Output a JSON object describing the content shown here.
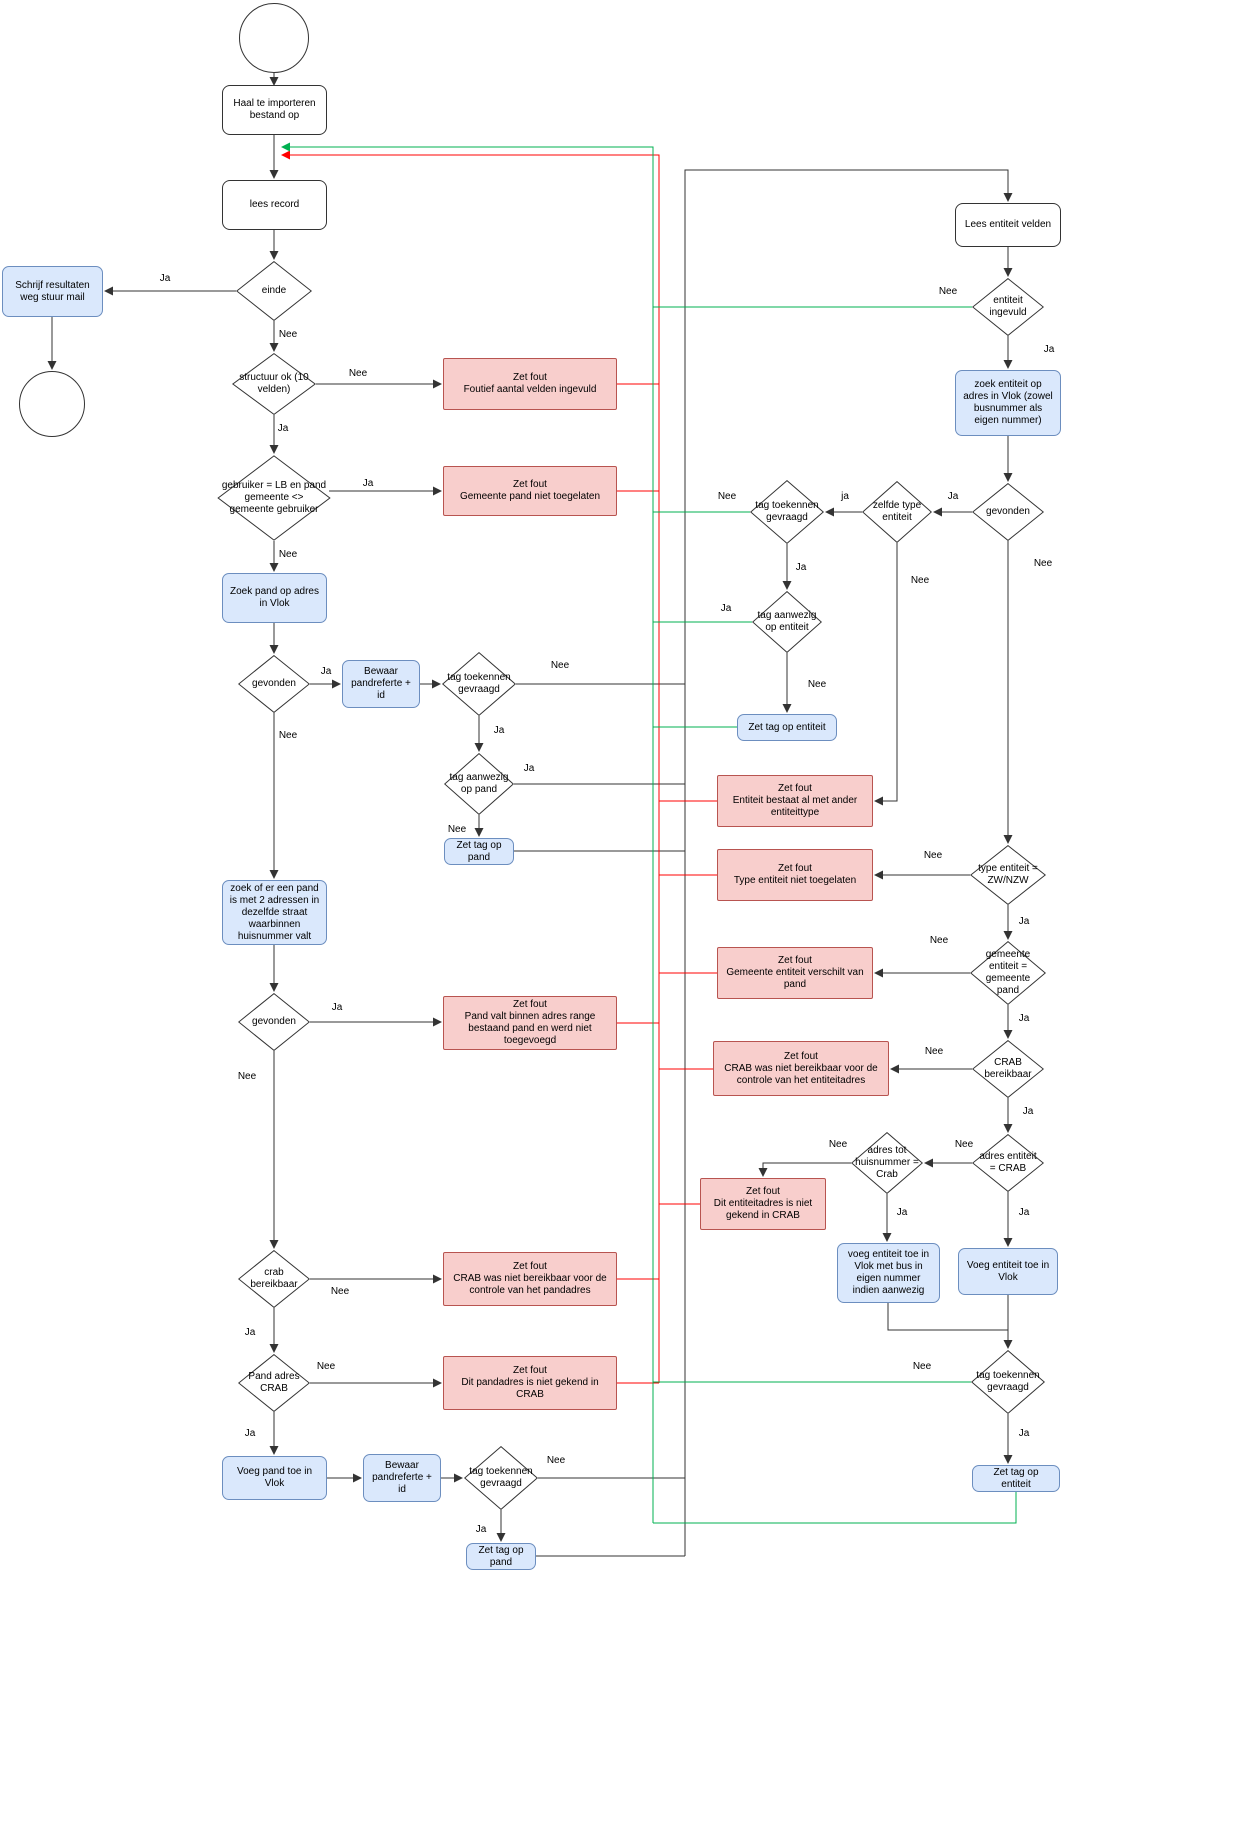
{
  "colors": {
    "process_fill": "#ffffff",
    "process_border": "#333333",
    "action_fill": "#dae8fc",
    "action_border": "#6c8ebf",
    "error_fill": "#f8cecc",
    "error_border": "#b85450",
    "edge_black": "#000000",
    "edge_red": "#ff0000",
    "edge_green": "#00b050"
  },
  "nodes": {
    "haal_bestand": {
      "label": "Haal te importeren bestand op"
    },
    "lees_record": {
      "label": "lees record"
    },
    "einde": {
      "label": "einde"
    },
    "schrijf_resultaten": {
      "label": "Schrijf resultaten weg stuur mail"
    },
    "structuur_ok": {
      "label": "structuur ok (10 velden)"
    },
    "fout_aantal_velden": {
      "title": "Zet fout",
      "body": "Foutief aantal velden ingevuld"
    },
    "gebruiker_lb": {
      "label": "gebruiker = LB en pand gemeente <> gemeente gebruiker"
    },
    "fout_gemeente_pand": {
      "title": "Zet fout",
      "body": "Gemeente pand niet toegelaten"
    },
    "zoek_pand": {
      "label": "Zoek pand op adres in Vlok"
    },
    "gevonden_pand": {
      "label": "gevonden"
    },
    "bewaar_pandreferte_1": {
      "label": "Bewaar pandreferte + id"
    },
    "tag_toekennen_1": {
      "label": "tag toekennen gevraagd"
    },
    "tag_aanwezig_pand": {
      "label": "tag aanwezig op pand"
    },
    "zet_tag_pand_1": {
      "label": "Zet tag op pand"
    },
    "zoek_pand_2_adressen": {
      "label": "zoek of er een pand is met 2 adressen in dezelfde straat waarbinnen huisnummer valt"
    },
    "gevonden_range": {
      "label": "gevonden"
    },
    "fout_adres_range": {
      "title": "Zet fout",
      "body": "Pand valt binnen adres range bestaand pand en werd niet toegevoegd"
    },
    "crab_bereikbaar_pand": {
      "label": "crab bereikbaar"
    },
    "fout_crab_pandadres": {
      "title": "Zet fout",
      "body": "CRAB was niet bereikbaar voor de controle van het pandadres"
    },
    "pand_adres_crab": {
      "label": "Pand adres CRAB"
    },
    "fout_pandadres_crab": {
      "title": "Zet fout",
      "body": "Dit pandadres is niet gekend in CRAB"
    },
    "voeg_pand_toe": {
      "label": "Voeg pand toe in Vlok"
    },
    "bewaar_pandreferte_2": {
      "label": "Bewaar pandreferte + id"
    },
    "tag_toekennen_2": {
      "label": "tag toekennen gevraagd"
    },
    "zet_tag_pand_2": {
      "label": "Zet tag op pand"
    },
    "lees_entiteit": {
      "label": "Lees entiteit velden"
    },
    "entiteit_ingevuld": {
      "label": "entiteit ingevuld"
    },
    "zoek_entiteit": {
      "label": "zoek entiteit op adres in Vlok (zowel busnummer als eigen nummer)"
    },
    "gevonden_entiteit": {
      "label": "gevonden"
    },
    "zelfde_type": {
      "label": "zelfde type entiteit"
    },
    "tag_toekennen_3": {
      "label": "tag toekennen gevraagd"
    },
    "tag_aanwezig_entiteit": {
      "label": "tag aanwezig op entiteit"
    },
    "zet_tag_entiteit_1": {
      "label": "Zet tag op entiteit"
    },
    "fout_entiteittype": {
      "title": "Zet fout",
      "body": "Entiteit bestaat al met ander entiteittype"
    },
    "type_entiteit": {
      "label": "type entiteit = ZW/NZW"
    },
    "fout_type_entiteit": {
      "title": "Zet fout",
      "body": "Type entiteit niet toegelaten"
    },
    "gemeente_entiteit": {
      "label": "gemeente entiteit = gemeente pand"
    },
    "fout_gemeente_entiteit": {
      "title": "Zet fout",
      "body": "Gemeente entiteit verschilt van pand"
    },
    "crab_bereikbaar_entiteit": {
      "label": "CRAB bereikbaar"
    },
    "fout_crab_entiteitadres": {
      "title": "Zet fout",
      "body": "CRAB was niet bereikbaar voor de controle van het entiteitadres"
    },
    "adres_entiteit_crab": {
      "label": "adres entiteit = CRAB"
    },
    "adres_tot_huisnummer": {
      "label": "adres tot huisnummer = Crab"
    },
    "fout_entiteitadres_crab": {
      "title": "Zet fout",
      "body": "Dit entiteitadres is niet gekend in CRAB"
    },
    "voeg_entiteit_bus": {
      "label": "voeg entiteit toe in Vlok met bus in eigen nummer indien aanwezig"
    },
    "voeg_entiteit": {
      "label": "Voeg entiteit toe in Vlok"
    },
    "tag_toekennen_4": {
      "label": "tag toekennen gevraagd"
    },
    "zet_tag_entiteit_2": {
      "label": "Zet tag op entiteit"
    }
  },
  "edge_labels": {
    "einde_ja": "Ja",
    "einde_nee": "Nee",
    "structuur_nee": "Nee",
    "structuur_ja": "Ja",
    "gebruiker_ja": "Ja",
    "gebruiker_nee": "Nee",
    "gevonden1_ja": "Ja",
    "gevonden1_nee": "Nee",
    "tag_toekennen1_nee": "Nee",
    "tag_toekennen1_ja": "Ja",
    "tag_aanwezig_pand_ja": "Ja",
    "tag_aanwezig_pand_nee": "Nee",
    "gevonden2_ja": "Ja",
    "gevonden2_nee": "Nee",
    "crab1_nee": "Nee",
    "crab1_ja": "Ja",
    "pand_adres_nee": "Nee",
    "pand_adres_ja": "Ja",
    "tag_toekennen2_nee": "Nee",
    "tag_toekennen2_ja": "Ja",
    "entiteit_ingevuld_nee": "Nee",
    "entiteit_ingevuld_ja": "Ja",
    "gevonden3_ja": "Ja",
    "gevonden3_nee": "Nee",
    "zelfde_type_ja": "ja",
    "zelfde_type_nee": "Nee",
    "tag_toekennen3_nee": "Nee",
    "tag_toekennen3_ja": "Ja",
    "tag_aanwezig_entiteit_ja": "Ja",
    "tag_aanwezig_entiteit_nee": "Nee",
    "type_entiteit_nee": "Nee",
    "type_entiteit_ja": "Ja",
    "gemeente_nee": "Nee",
    "gemeente_ja": "Ja",
    "crab2_nee": "Nee",
    "crab2_ja": "Ja",
    "adres_entiteit_nee": "Nee",
    "adres_entiteit_ja": "Ja",
    "adres_huisnummer_nee": "Nee",
    "adres_huisnummer_ja": "Ja",
    "tag_toekennen4_nee": "Nee",
    "tag_toekennen4_ja": "Ja"
  }
}
